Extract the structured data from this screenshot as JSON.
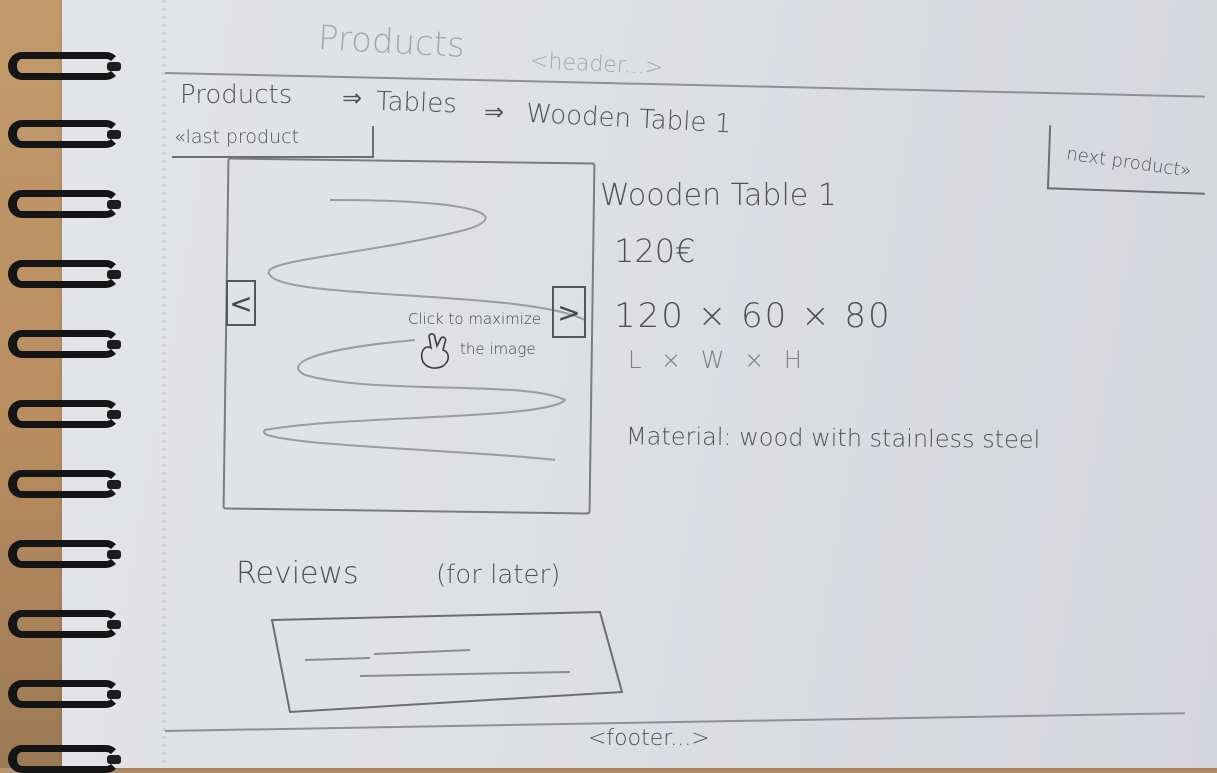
{
  "header": {
    "site_title": "Products",
    "placeholder": "<header...>"
  },
  "breadcrumb": {
    "items": [
      "Products",
      "Tables",
      "Wooden Table 1"
    ],
    "separator": "⇒"
  },
  "pager": {
    "prev_label": "«last product",
    "next_label": "next product»"
  },
  "gallery": {
    "prev_icon": "chevron-left-icon",
    "next_icon": "chevron-right-icon",
    "prev_glyph": "<",
    "next_glyph": ">",
    "hint_line1": "Click to maximize",
    "hint_line2": "the image",
    "cursor_icon": "hand-cursor-icon"
  },
  "product": {
    "name": "Wooden Table 1",
    "price": "120€",
    "dimensions": "120 × 60 × 80",
    "dimension_legend": "L × W × H",
    "material": "Material: wood with stainless steel"
  },
  "reviews": {
    "title": "Reviews",
    "note": "(for later)"
  },
  "footer": {
    "placeholder": "<footer...>"
  },
  "colors": {
    "paper": "#dfe0e4",
    "pencil": "#505155",
    "ring": "#151515",
    "desk": "#b98d5f"
  }
}
